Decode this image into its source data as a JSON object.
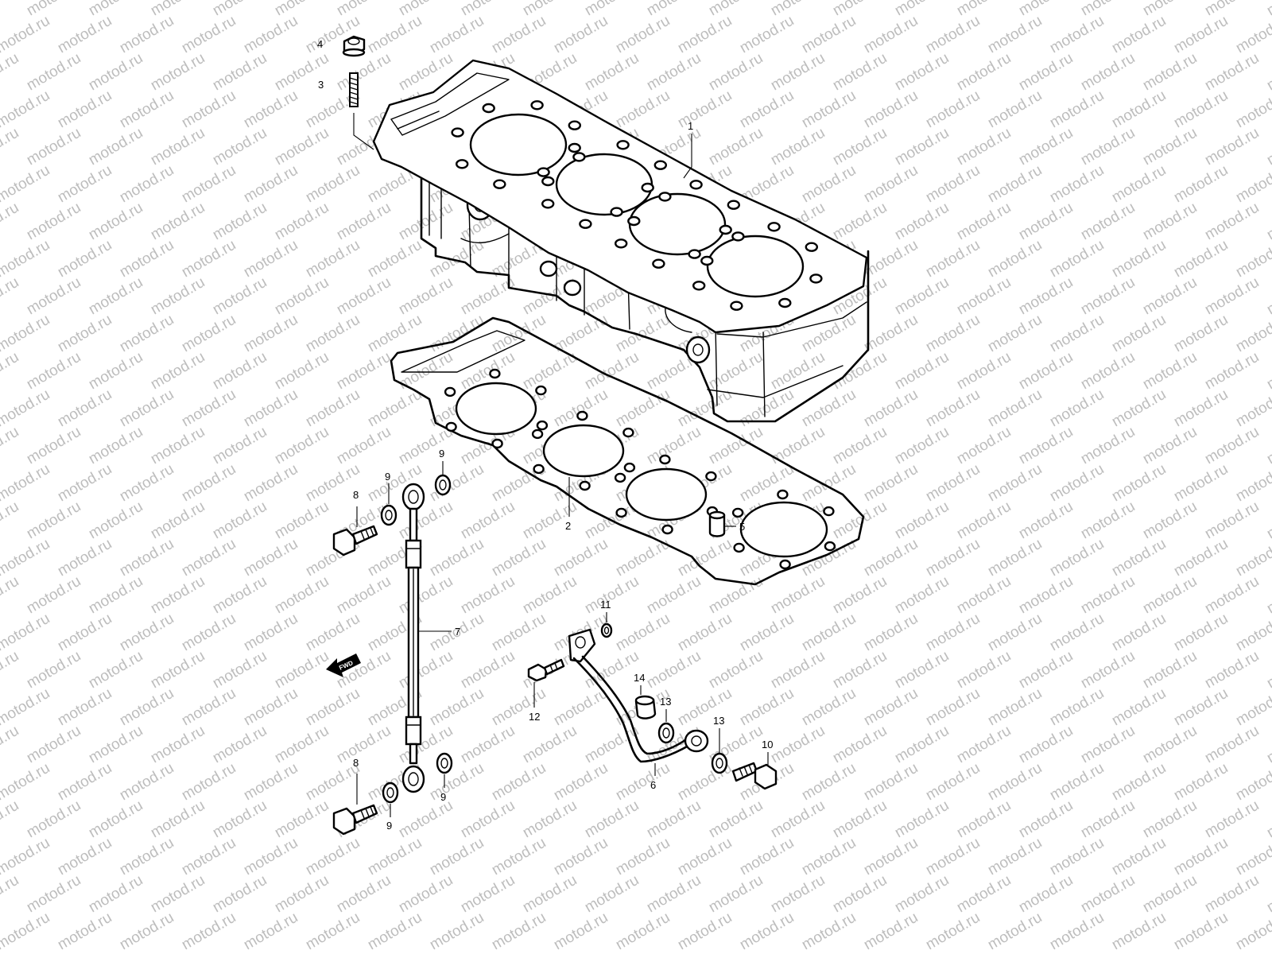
{
  "watermark": {
    "text": "motod.ru",
    "color": "#bdbdbd"
  },
  "fwd_label": "FWD",
  "callouts": {
    "c1": "1",
    "c2": "2",
    "c3": "3",
    "c4": "4",
    "c5": "5",
    "c6": "6",
    "c7": "7",
    "c8a": "8",
    "c8b": "8",
    "c9a": "9",
    "c9b": "9",
    "c9c": "9",
    "c9d": "9",
    "c10": "10",
    "c11": "11",
    "c12": "12",
    "c13a": "13",
    "c13b": "13",
    "c14": "14"
  },
  "icons": {
    "cylinder": "cylinder-block-icon",
    "gasket": "cylinder-base-gasket-icon",
    "stud": "stud-bolt-icon",
    "nut": "flange-nut-icon",
    "dowel": "dowel-pin-icon",
    "hose": "oil-hose-icon",
    "pipe": "oil-pipe-icon",
    "union_bolt": "union-bolt-icon",
    "washer": "gasket-washer-icon",
    "fwd": "fwd-arrow-icon"
  }
}
